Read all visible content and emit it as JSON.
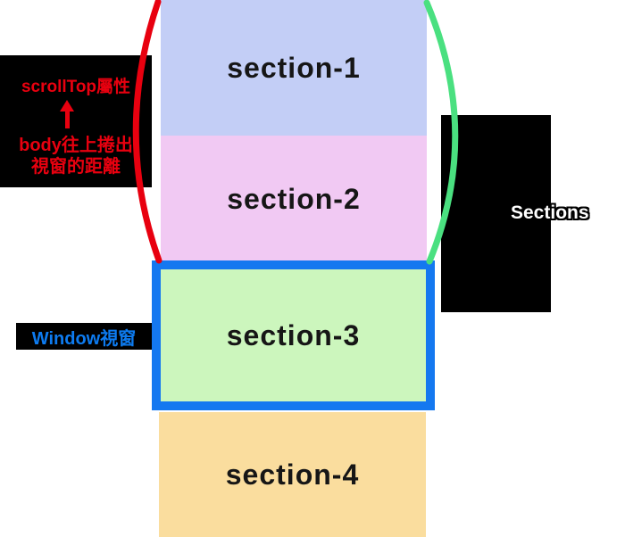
{
  "sections": [
    {
      "label": "section-1",
      "color": "#c3cef6"
    },
    {
      "label": "section-2",
      "color": "#f1c9f3"
    },
    {
      "label": "section-3",
      "color": "#ccf6bd"
    },
    {
      "label": "section-4",
      "color": "#fadd9e"
    }
  ],
  "annotations": {
    "scrolltop_box": {
      "title": "scrollTop屬性",
      "desc_line1": "body往上捲出",
      "desc_line2": "視窗的距離",
      "text_color": "#e8000f",
      "arrow_icon": "arrow-up"
    },
    "window_box": {
      "label": "Window視窗",
      "text_color": "#0d7bf0"
    },
    "right_box": {
      "label": "Sections",
      "text_color": "#ffffff"
    }
  },
  "colors": {
    "window_border": "#1478f0",
    "red_bracket": "#e8000f",
    "green_bracket": "#4ae080",
    "annotation_background": "#000000",
    "page_background": "#ffffff"
  }
}
